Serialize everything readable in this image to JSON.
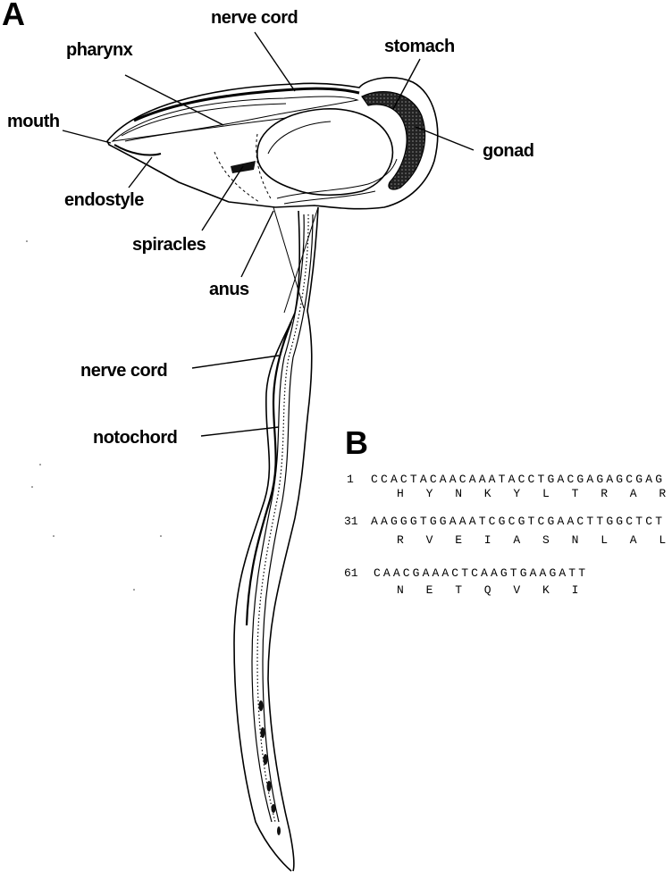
{
  "panel_a": {
    "letter": "A",
    "labels": {
      "nerve_cord_top": "nerve cord",
      "pharynx": "pharynx",
      "stomach": "stomach",
      "mouth": "mouth",
      "gonad": "gonad",
      "endostyle": "endostyle",
      "spiracles": "spiracles",
      "anus": "anus",
      "nerve_cord_tail": "nerve cord",
      "notochord": "notochord"
    }
  },
  "panel_b": {
    "letter": "B",
    "rows": [
      {
        "number": "1",
        "nucleotides": "CCACTACAACAAATACCTGACGAGAGCGAG",
        "amino_acids": [
          "H",
          "Y",
          "N",
          "K",
          "Y",
          "L",
          "T",
          "R",
          "A",
          "R"
        ]
      },
      {
        "number": "31",
        "nucleotides": "AAGGGTGGAAATCGCGTCGAACTTGGCTCT",
        "amino_acids": [
          "R",
          "V",
          "E",
          "I",
          "A",
          "S",
          "N",
          "L",
          "A",
          "L"
        ]
      },
      {
        "number": "61",
        "nucleotides": "CAACGAAACTCAAGTGAAGATT",
        "amino_acids": [
          "N",
          "E",
          "T",
          "Q",
          "V",
          "K",
          "I"
        ]
      }
    ]
  }
}
